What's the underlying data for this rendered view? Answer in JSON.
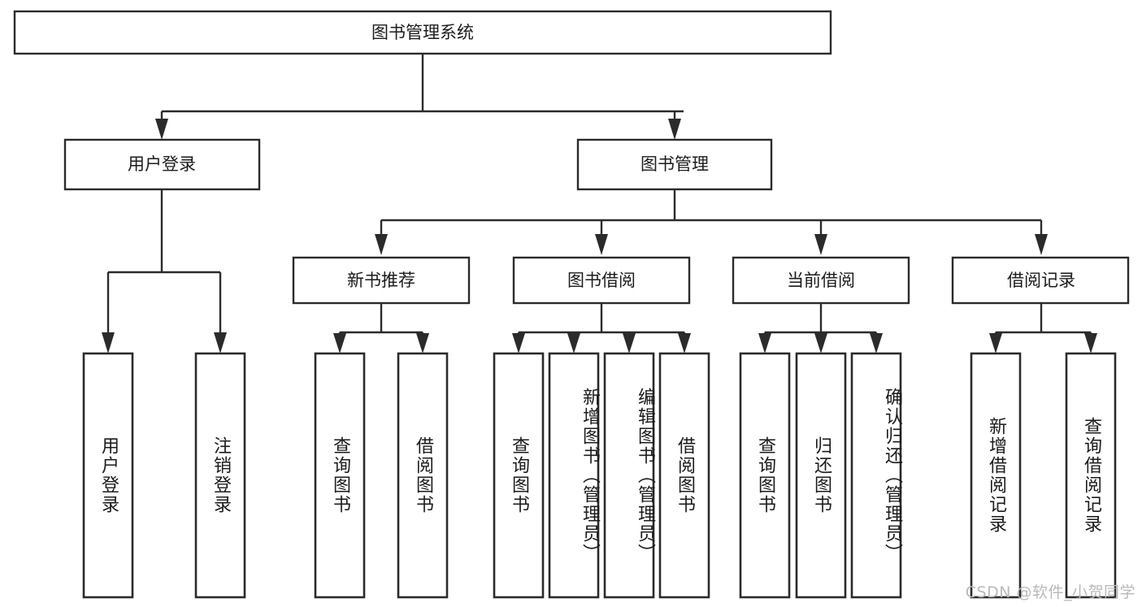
{
  "diagram": {
    "type": "tree",
    "orientation": "top-down",
    "style": {
      "box_fill": "#ffffff",
      "box_stroke": "#2b2b2b",
      "text_color": "#1b1b1b",
      "background": "#ffffff",
      "watermark_color": "#b9b9b9"
    },
    "root": {
      "label": "图书管理系统"
    },
    "level2": [
      {
        "label": "用户登录"
      },
      {
        "label": "图书管理"
      }
    ],
    "level3": [
      {
        "label": "新书推荐"
      },
      {
        "label": "图书借阅"
      },
      {
        "label": "当前借阅"
      },
      {
        "label": "借阅记录"
      }
    ],
    "leaves": {
      "user_login": [
        {
          "label": "用户登录"
        },
        {
          "label": "注销登录"
        }
      ],
      "new_book": [
        {
          "label": "查询图书"
        },
        {
          "label": "借阅图书"
        }
      ],
      "book_borrow": [
        {
          "label": "查询图书"
        },
        {
          "label": "新增图书（管理员）"
        },
        {
          "label": "编辑图书（管理员）"
        },
        {
          "label": "借阅图书"
        }
      ],
      "current_borrow": [
        {
          "label": "查询图书"
        },
        {
          "label": "归还图书"
        },
        {
          "label": "确认归还（管理员）"
        }
      ],
      "borrow_record": [
        {
          "label": "新增借阅记录"
        },
        {
          "label": "查询借阅记录"
        }
      ]
    }
  },
  "watermark": {
    "text": "CSDN @软件_小贺同学"
  }
}
